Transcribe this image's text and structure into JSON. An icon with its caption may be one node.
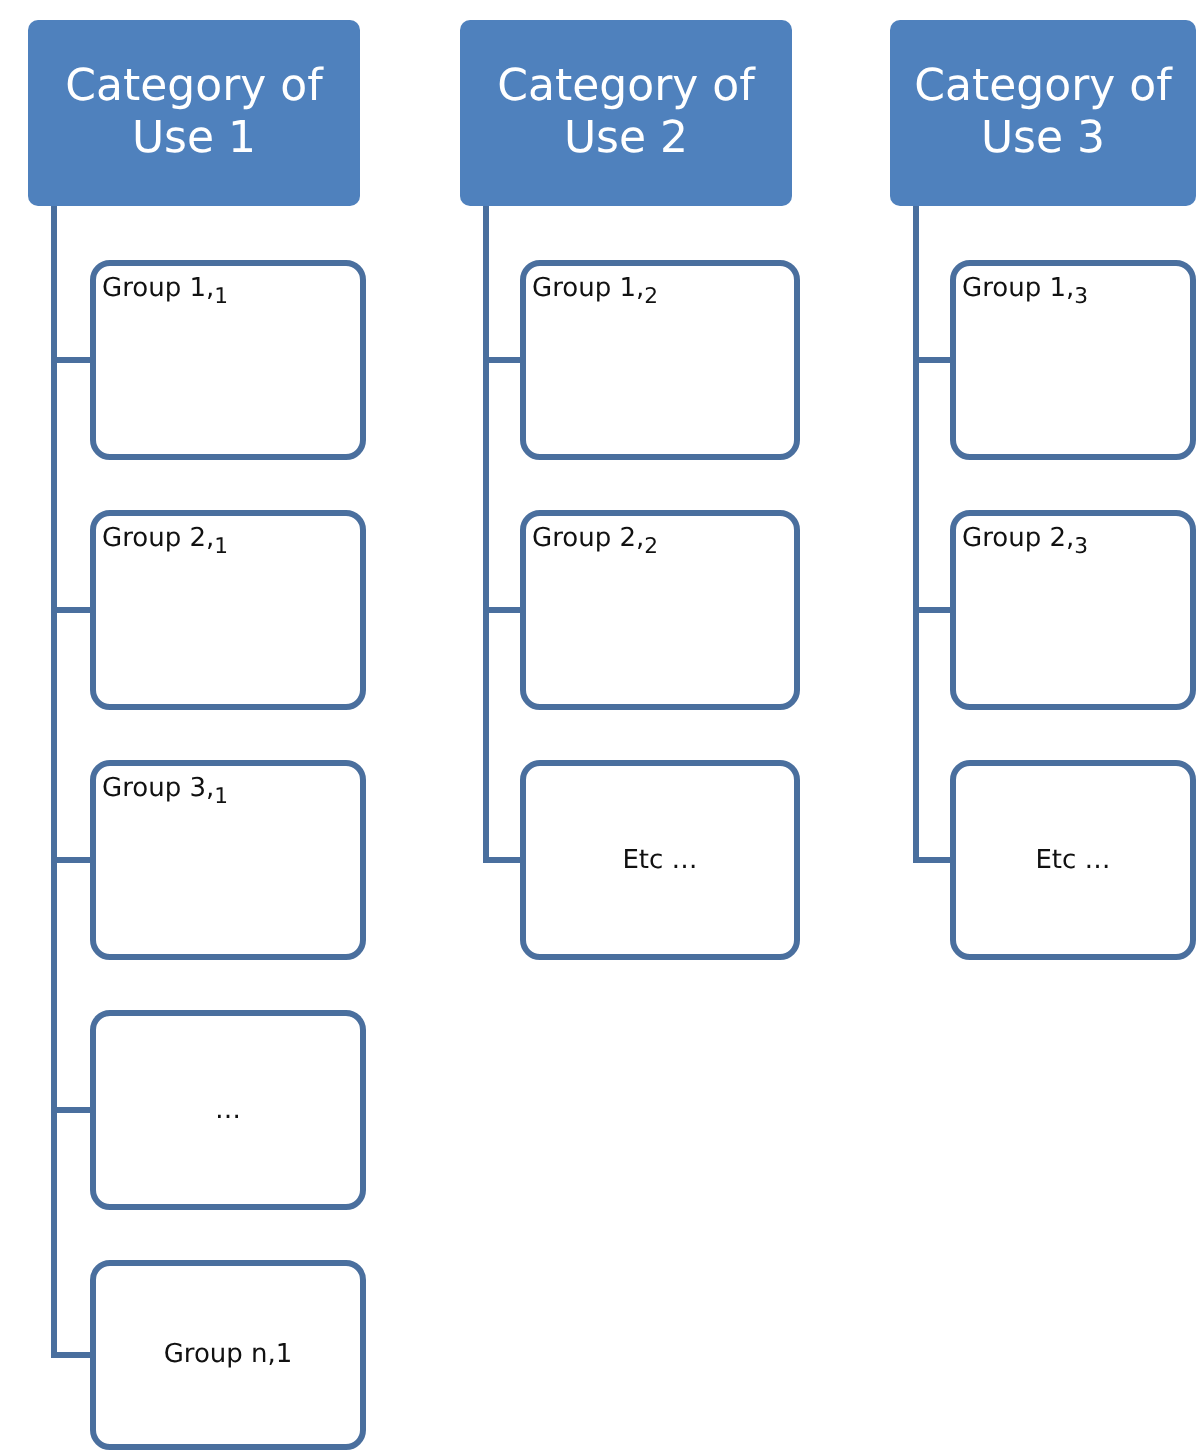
{
  "diagram": {
    "nodes": [
      {
        "text": [
          "Category of Use 1"
        ]
      },
      {
        "text": [
          "Group 1,$_{1}$"
        ]
      },
      {
        "text": [
          "Group 2,$_{1}$"
        ]
      },
      {
        "text": [
          "Group 3,$_{1}$"
        ]
      },
      {
        "text": [
          "…"
        ]
      },
      {
        "text": [
          "Group n,1"
        ]
      },
      {
        "text": [
          "Category of Use 2"
        ]
      },
      {
        "text": [
          "Group 1,$_{2}$"
        ]
      },
      {
        "text": [
          "Group 2,$_{2}$"
        ]
      },
      {
        "text": [
          "Etc …"
        ]
      },
      {
        "text": [
          "Category of Use 3"
        ]
      },
      {
        "text": [
          "Group 1,$_{3}$"
        ]
      },
      {
        "text": [
          "Group 2,$_{3}$"
        ]
      },
      {
        "text": [
          "Etc …"
        ]
      }
    ],
    "edges": [
      {
        "from": 0,
        "to": 1,
        "arrow": "none"
      },
      {
        "from": 0,
        "to": 2,
        "arrow": "none"
      },
      {
        "from": 0,
        "to": 3,
        "arrow": "none"
      },
      {
        "from": 0,
        "to": 4,
        "arrow": "none"
      },
      {
        "from": 0,
        "to": 5,
        "arrow": "none"
      },
      {
        "from": 6,
        "to": 7,
        "arrow": "none"
      },
      {
        "from": 6,
        "to": 8,
        "arrow": "none"
      },
      {
        "from": 6,
        "to": 9,
        "arrow": "none"
      },
      {
        "from": 10,
        "to": 11,
        "arrow": "none"
      },
      {
        "from": 10,
        "to": 12,
        "arrow": "none"
      },
      {
        "from": 10,
        "to": 13,
        "arrow": "none"
      }
    ]
  }
}
